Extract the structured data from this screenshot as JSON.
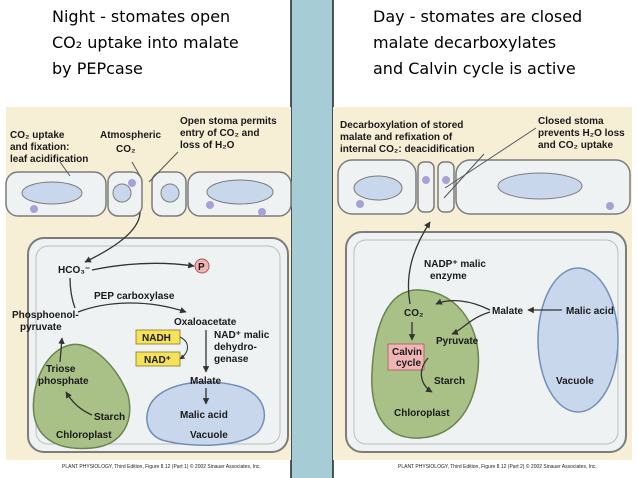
{
  "left": {
    "caption": [
      "Night - stomates open",
      "CO₂ uptake into malate",
      "by PEPcase"
    ],
    "callouts": {
      "uptake": [
        "CO₂ uptake",
        "and fixation:",
        "leaf acidification"
      ],
      "atmospheric": [
        "Atmospheric",
        "CO₂"
      ],
      "stoma": [
        "Open stoma permits",
        "entry of CO₂ and",
        "loss of H₂O"
      ]
    },
    "labels": {
      "hco3": "HCO₃⁻",
      "pi": "P",
      "pep_carboxylase": "PEP carboxylase",
      "pep": [
        "Phosphoenol-",
        "pyruvate"
      ],
      "oxaloacetate": "Oxaloacetate",
      "nadh": "NADH",
      "nadp": "NAD⁺",
      "nad_malic": [
        "NAD⁺ malic",
        "dehydro-",
        "genase"
      ],
      "triose": [
        "Triose",
        "phosphate"
      ],
      "malate": "Malate",
      "starch": "Starch",
      "malic_acid": "Malic acid",
      "chloroplast": "Chloroplast",
      "vacuole": "Vacuole"
    },
    "credit": "PLANT PHYSIOLOGY, Third Edition, Figure 8.12 (Part 1) © 2002 Sinauer Associates, Inc."
  },
  "right": {
    "caption": [
      "Day - stomates are closed",
      "malate decarboxylates",
      "and Calvin cycle is active"
    ],
    "callouts": {
      "decarb": [
        "Decarboxylation of stored",
        "malate and refixation of",
        "internal CO₂: deacidification"
      ],
      "closed": [
        "Closed stoma",
        "prevents H₂O loss",
        "and CO₂ uptake"
      ]
    },
    "labels": {
      "nadp_malic": [
        "NADP⁺ malic",
        "enzyme"
      ],
      "co2": "CO₂",
      "malate": "Malate",
      "malic_acid": "Malic acid",
      "calvin": [
        "Calvin",
        "cycle"
      ],
      "pyruvate": "Pyruvate",
      "starch": "Starch",
      "vacuole": "Vacuole",
      "chloroplast": "Chloroplast"
    },
    "credit": "PLANT PHYSIOLOGY, Third Edition, Figure 8.12 (Part 2) © 2002 Sinauer Associates, Inc."
  },
  "colors": {
    "panel_bg": "#f7eed6",
    "cell_fill": "#eff2f3",
    "cell_stroke": "#7c7c7c",
    "chloroplast": "#a9c187",
    "vacuole": "#c9d7ec",
    "divider": "#a6ccd6",
    "nadh_box": "#f4e25a",
    "calvin_box": "#efb4b6"
  }
}
